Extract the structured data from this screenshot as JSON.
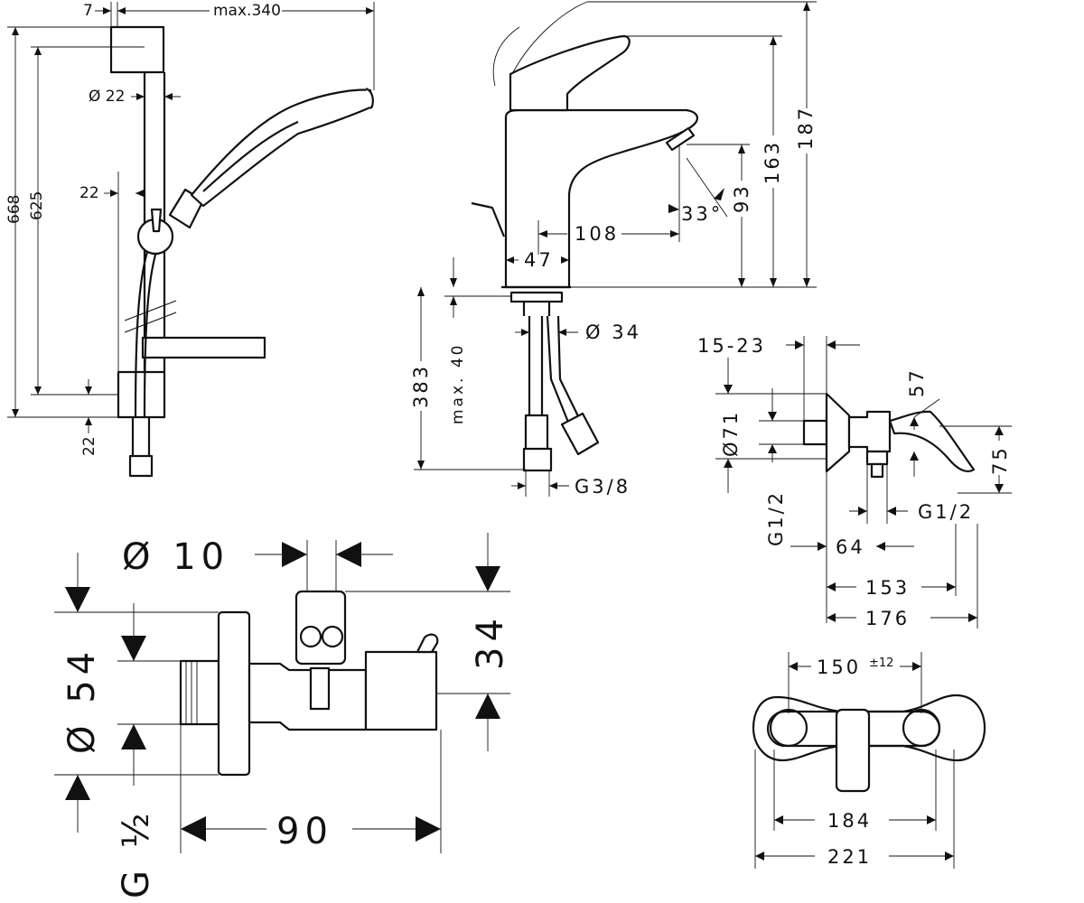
{
  "shower_rail": {
    "offset_label": "7",
    "reach_label": "max.340",
    "rail_diameter_label": "Ø 22",
    "spacing_label": "22",
    "total_height_label": "668",
    "bracket_spacing_label": "625",
    "bottom_offset_label": "22"
  },
  "basin_mixer": {
    "total_height_label": "187",
    "body_height_label": "163",
    "spout_height_label": "93",
    "spout_angle_label": "33°",
    "spout_reach_label": "108",
    "base_width_label": "47",
    "mount_diameter_label": "Ø 34",
    "max_deck_label": "max. 40",
    "hose_length_label": "383",
    "hose_thread_label": "G3/8"
  },
  "shower_mixer": {
    "cover_range_label": "15-23",
    "lever_height_label": "57",
    "cover_diameter_label": "Ø71",
    "body_height_label": "75",
    "inlet_thread_label": "G1/2",
    "outlet_thread_label": "G1/2",
    "depth_64_label": "64",
    "depth_153_label": "153",
    "depth_176_label": "176"
  },
  "shower_mixer_front": {
    "centers_label": "150",
    "centers_tolerance_label": "±12",
    "width_184_label": "184",
    "width_221_label": "221"
  },
  "angle_valve": {
    "outlet_diameter_label": "Ø 10",
    "rosette_diameter_label": "Ø 54",
    "outlet_height_label": "34",
    "length_label": "90",
    "thread_label": "G ½"
  }
}
